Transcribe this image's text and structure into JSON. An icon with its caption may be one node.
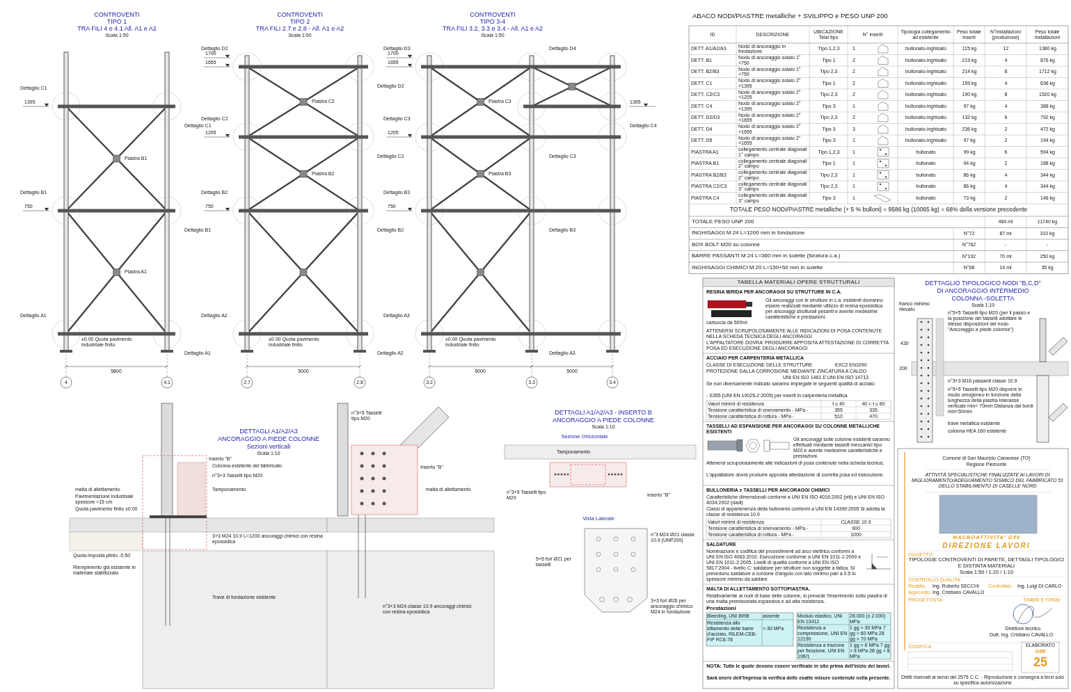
{
  "diagram": {
    "labels": [
      "CONTROVENTI",
      "TIPO 1",
      "TRA FILI 4 e 4.1 All. A1 e A2",
      "Scala 1:50",
      "CONTROVENTI",
      "TIPO 2",
      "TRA FILI 2.7 e 2.8 - All. A1 e A2",
      "Scala 1:50",
      "CONTROVENTI",
      "TIPO 3-4",
      "TRA FILI 3.2, 3.3 e 3.4 - All. A1 e A2",
      "Scala 1:50",
      "Dettaglio C1",
      "Dettaglio C1",
      "Dettaglio B1",
      "Dettaglio B1",
      "Dettaglio A1",
      "Dettaglio A1",
      "Piastra B1",
      "Piastra A1",
      "1395",
      "750",
      "±0.00 Quota pavimento industriale finito",
      "4",
      "4.1",
      "5800",
      "Dettaglio D2",
      "Dettaglio D2",
      "Dettaglio C2",
      "Dettaglio C2",
      "Dettaglio B2",
      "Dettaglio B2",
      "Dettaglio A2",
      "Dettaglio A2",
      "Piastra C2",
      "Piastra B2",
      "1700",
      "1655",
      "1205",
      "750",
      "±0.00 Quota pavimento industriale finito",
      "2.7",
      "2.8",
      "5000",
      "Dettaglio D3",
      "Dettaglio D4",
      "Dettaglio C3",
      "Dettaglio C4",
      "Dettaglio C3",
      "Dettaglio B3",
      "Dettaglio B3",
      "Dettaglio A3",
      "Dettaglio A3",
      "Piastra C3",
      "Piastra B3",
      "1700",
      "1655",
      "1205",
      "750",
      "1395",
      "±0.00 Quota pavimento industriale finito",
      "3.2",
      "3.3",
      "3.4",
      "5000",
      "5000",
      "DETTAGLI A1/A2/A3",
      "ANCORAGGIO A PIEDE COLONNE",
      "Sezioni verticali",
      "Scala 1:10",
      "Inserto \"B\"",
      "Colonna esistente del fabbricato",
      "n°3+3 Tasselli tipo M20",
      "malta di allettamento",
      "Tamponamento",
      "Pavimentazione industriale spessore ≈15 cm",
      "Quota pavimento finito ±0.00",
      "3+3 M24 10.9 L=1200 ancoraggi chimici con resina epossidica",
      "Quota imposta plinto -0.50",
      "Riempimento già esistente in materiale stabilizzato",
      "Trave di fondazione esistente",
      "n°3+5 Tasselli tipo M20",
      "Inserto \"B\"",
      "malta di allettamento",
      "n°3+3 M24 classe 10.9 ancoraggi chimici con resina epossidica",
      "DETTAGLI A1/A2/A3 - INSERTO B",
      "ANCORAGGIO A PIEDE COLONNE",
      "Scala 1:10",
      "Sezione Orizzontale",
      "Tamponamento",
      "Inserto \"B\"",
      "n°3+5 Tasselli tipo M20",
      "Vista Laterale",
      "n°3 M24 Ø21 classe 10.9 (UNP200)",
      "5+5 fori Ø21 per tasselli",
      "3+3 fori Ø26 per ancoraggio chimico M24 in fondazione",
      "ABACO NODI/PIASTRE metalliche + SVILIPPO e PESO UNP 200",
      "ID",
      "DESCRIZIONE",
      "UBICAZIONE Telai tipo",
      "N° inserti",
      "Tipologia collegamento ad esistente",
      "Peso totale inserti",
      "N°installazioni (produzione)",
      "Peso totale installazioni",
      "DETT. A1/A2/A3",
      "Nodo di ancoraggio in fondazione",
      "Tipo 1,2,3",
      "1",
      "bullonato-inghisato",
      "115 kg",
      "12",
      "1380 kg",
      "DETT. B1",
      "Nodo di ancoraggio solaio 1° +750",
      "Tipo 1",
      "2",
      "bullonato-inghisato",
      "219 kg",
      "4",
      "876 kg",
      "DETT. B2/B3",
      "Nodo di ancoraggio solaio 1° +750",
      "Tipo 2,3",
      "2",
      "bullonato-inghisato",
      "214 kg",
      "8",
      "1712 kg",
      "DETT. C1",
      "Nodo di ancoraggio solaio 2° +1395",
      "Tipo 1",
      "2",
      "bullonato-inghisato",
      "159 kg",
      "4",
      "636 kg",
      "DETT. C2/C3",
      "Nodo di ancoraggio solaio 2° +1205",
      "Tipo 2,3",
      "2",
      "bullonato-inghisato",
      "190 kg",
      "8",
      "1520 kg",
      "DETT. C4",
      "Nodo di ancoraggio solaio 2° +1395",
      "Tipo 3",
      "1",
      "bullonato-inghisato",
      "97 kg",
      "4",
      "388 kg",
      "DETT. D2/D3",
      "Nodo di ancoraggio solaio 2° +1655",
      "Tipo 2,3",
      "2",
      "bullonato-inghisato",
      "132 kg",
      "6",
      "792 kg",
      "DETT. D4",
      "Nodo di ancoraggio solaio 2° +1655",
      "Tipo 3",
      "3",
      "bullonato-inghisato",
      "236 kg",
      "2",
      "472 kg",
      "DETT. D5",
      "Nodo di ancoraggio solaio 2° +1655",
      "Tipo 3",
      "1",
      "bullonato-inghisato",
      "97 kg",
      "2",
      "194 kg",
      "PIASTRA A1",
      "collegamento centrale diagonali 1° campo",
      "Tipo 1,2,3",
      "1",
      "bullonato",
      "99 kg",
      "6",
      "594 kg",
      "PIASTRA B1",
      "collegamento centrale diagonali 2° campo",
      "Tipo 1",
      "1",
      "bullonato",
      "94 kg",
      "2",
      "188 kg",
      "PIASTRA B2/B3",
      "collegamento centrale diagonali 2° campo",
      "Tipo 2,3",
      "1",
      "bullonato",
      "86 kg",
      "4",
      "344 kg",
      "PIASTRA C2/C3",
      "collegamento centrale diagonali 3° campo",
      "Tipo 2,3",
      "1",
      "bullonato",
      "86 kg",
      "4",
      "344 kg",
      "PIASTRA C4",
      "collegamento centrale diagonali 3° campo",
      "Tipo 3",
      "1",
      "bullonato",
      "73 kg",
      "2",
      "146 kg",
      "TOTALE PESO  NODI/PIASTRE metalliche (+ 5 % bulloni) = 9586 kg (10065 kg) = 68% della versione precedente",
      "TOTALE PESO  UNP 200",
      "464 ml",
      "11740 kg",
      "INGHISAGGI M 24 L=1200 mm in fondazione",
      "N°72",
      "87 ml",
      "310 kg",
      "BOX BOLT M20 su colonne",
      "N°762",
      "-",
      "-",
      "BARRE PASSANTI M 24 L=360 mm in solette (foratura c.a.)",
      "N°192",
      "70 ml",
      "250 kg",
      "INGHISAGGI CHIMICI M 20 L=150+50 mm in solette",
      "N°68",
      "14 ml",
      "35 kg",
      "DETTAGLIO TIPOLOGICO NODI \"B,C,D\"",
      "DI ANCORAGGIO INTERMEDIO",
      "COLONNA -SOLETTA",
      "Scala 1:10",
      "franco minimo rilevato",
      "n°5+5 Tasselli tipo M20 (per il passo e la posizione dei tasselli adottare le stesse disposizioni del nodo \"Ancoraggio a piede colonne\")",
      "n°3+3 M16 passanti classe 10.9",
      "n°5+5 Tasselli tipo M20 disporre in modo omogeneo in funzione della lunghezza della piastra Interasse verticale min= 70mm Distanza dai bordi min=50mm",
      "trave metallica esistente",
      "colonna HEA 160 esistente",
      "430",
      "200",
      "TABELLA MATERIALI OPERE STRUTTURALI",
      "RESINA IBRIDA PER ANCORAGGI SU STRUTTURE IN C.A.",
      "cartuccia da 500ml",
      "Gli ancoraggi con le strutture in c.a. esistenti dovranno essere realizzati mediante utilizzo di resina epossidica per ancoraggi strutturali pesanti e avente medesime caratteristiche e prestazioni.",
      "ATTENERSI SCRUPOLOSAMENTE ALLE INDICAZIONI DI POSA CONTENUTE NELLA SCHEDA TECNICA DEGLI ANCORAGGI",
      "L'APPALTATORE DOVRA' PRODURRE APPOSITA ATTESTAZIONE DI CORRETTA POSA ED ESECUZIONE DEGLI ANCORAGGI",
      "ACCIAIO PER CARPENTERIA METALLICA",
      "CLASSE DI ESECUZIONE DELLE STRUTTURE",
      "EXC2 EN1090",
      "PROTEZIONE DALLA CORROSIONE MEDIANTE ZINCATURA A CALDO",
      "UNI EN ISO 1461 E UNI EN ISO 14713",
      "Se non diversamente indicato saranno impiegate le seguenti qualità di acciaio:",
      "- S355 (UNI EN 10025-2:2005) per inserti in carpenteria metallica",
      "Valori minimi di resistenza",
      "t ≤ 40",
      "40 < t ≤ 80",
      "Tensione caratteristica di snervamento - MPa -",
      "355",
      "335",
      "Tensione caratteristica di rottura - MPa -",
      "510",
      "470",
      "TASSELLI AD ESPANSIONE PER ANCORAGGI SU COLONNE METALLICHE ESISTENTI",
      "Gli ancoraggi sulle colonne esistenti saranno effettuati mediante tasselli meccanici tipo M20 e avente medesime caratteristiche e prestazioni.",
      "Attenersi scrupolosamente alle indicazioni di posa contenute nella scheda tecnica;",
      "L'appaltatore dovrà produrre apposita attestazione di corretta posa ed esecuzione.",
      "BULLONERIA e TASSELLI PER ANCORAGGI CHIMICI",
      "Caratteristiche dimensionali conformi a UNI EN ISO 4016:2002 (viti) e UNI EN ISO 4034:2002 (dadi)",
      "Classi di appartenenza della bulloneria conformi a UNI EN 14399:2005 Si adotta la classe di resistenza 10.9",
      "Valori minimi di resistenza",
      "CLASSE 10.9",
      "Tensione caratteristica di snervamento - MPa -",
      "900",
      "Tensione caratteristica di rottura - MPa -",
      "1000",
      "SALDATURE",
      "Nominazione e codifica dei procedimenti ad arco elettrico conformi a UNI EN ISO 4063:2010. Esecuzione conforme a UNI EN 1011-1:2009 e UNI EN 1011-2:2005. Livelli di qualità conformi a UNI EN ISO 5817:2004 - livello C: saldature per strutture non soggette a fatica. Si prevedono saldature a cordone d'angolo con lato minimo pari a 0.5 lo spessore minimo da saldare.",
      "MALTA DI ALLETTAMENTO SOTTOPIASTRA.",
      "Relativamente ai nodi di base delle colonne, si prevede l'inserimento sotto piastra di una malta premiscelata espansiva e ad alta resistenza.",
      "Prestazioni",
      "Bleeding, UNI 8998",
      "assente",
      "Resistenza allo sfilamento delle barre d'acciaio, RILEM-CEB-FIP RC6-78",
      "> 30 MPa",
      "Modulo elastico, UNI EN 13412",
      "28.000 (± 2.000) MPa",
      "Resistenza a compressione, UNI EN 12190",
      "1 gg > 30 MPa 7 gg > 60 MPa 28 gg > 70 MPa",
      "Resistenza a trazione per flessione, UNI EN 196/1",
      "1 gg > 6 MPa 7 gg > 8 MPa 28 gg > 8 MPa",
      "NOTA: Tutte le quote devono essere verificate in sito prima dell'inizio dei lavori.",
      "Sarà onere dell'Impresa la verifica delle esatte misure contenute nella presente.",
      "Comune di San Maurizio Canavese (TO)",
      "Regione Piemonte",
      "ATTIVITÀ SPECIALISTICHE FINALIZZATE AI LAVORI DI MIGLIORAMENTO/ADEGUAMENTO SISMICO DEL FABBRICATO 51 DELLO STABILIMENTO DI CASELLE NORD",
      "MACROATTIVITA' G50",
      "DIREZIONE LAVORI",
      "OGGETTO",
      "TIPOLOGIE CONTROVENTI DI PARETE, DETTAGLI TIPOLOGICI E DISTINTA MATERIALI",
      "Scala 1:50 / 1:20 / 1:10",
      "CONTROLLO QUALITA'",
      "Redatto",
      "Ing. Roberto SECCHI",
      "Controllato",
      "Ing. Luigi DI CARLO",
      "Approvato",
      "Ing. Cristiano CAVALLO",
      "PROGETTISTA",
      "TIMBRI E FIRME",
      "Direttore tecnico",
      "Dott. Ing. Cristiano CAVALLO",
      "CODIFICA",
      "ELABORATO",
      "G50",
      "25",
      "Diritti riservati ai sensi del 2575 C.C. - Riproduzione e consegna a terzi solo su specifica autorizzazione"
    ]
  }
}
